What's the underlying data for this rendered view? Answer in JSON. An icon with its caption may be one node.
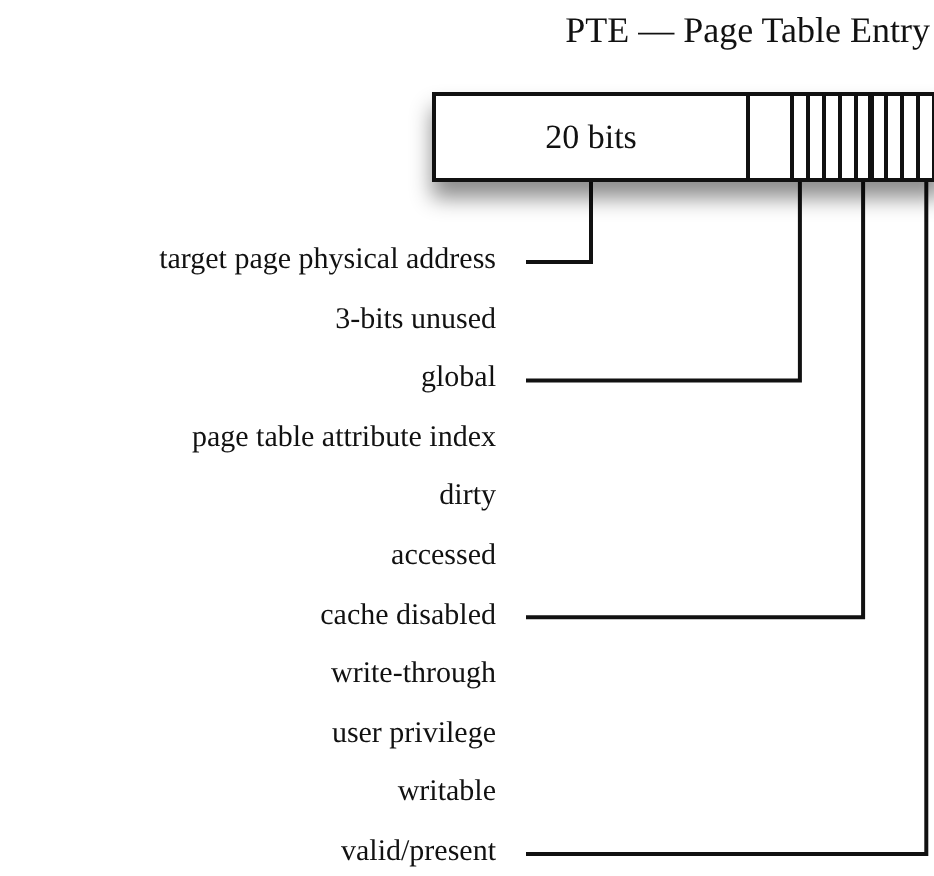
{
  "diagram": {
    "title": "PTE — Page Table Entry",
    "nodes": [
      {
        "text": [
          "20 bits"
        ]
      },
      {
        "text": [],
        "shape": "box"
      },
      {
        "text": [],
        "shape": "box"
      },
      {
        "text": [],
        "shape": "box"
      },
      {
        "text": [],
        "shape": "box"
      },
      {
        "text": [],
        "shape": "box"
      },
      {
        "text": [],
        "shape": "box"
      },
      {
        "text": [],
        "shape": "box"
      },
      {
        "text": [],
        "shape": "box"
      },
      {
        "text": [],
        "shape": "box"
      },
      {
        "text": [],
        "shape": "box"
      },
      {
        "text": [
          "target page physical address"
        ]
      },
      {
        "text": [
          "global"
        ]
      },
      {
        "text": [
          "cache disabled"
        ]
      },
      {
        "text": [
          "valid/present"
        ]
      }
    ],
    "edges": [
      {
        "from": 11,
        "to": 0,
        "arrow": "none"
      },
      {
        "from": 12,
        "to": 2,
        "arrow": "none"
      },
      {
        "from": 13,
        "to": 6,
        "arrow": "none"
      },
      {
        "from": 14,
        "to": 10,
        "arrow": "none"
      }
    ],
    "labels": [
      "3-bits unused",
      "page table attribute index",
      "dirty",
      "accessed",
      "write-through",
      "user privilege",
      "writable"
    ]
  }
}
